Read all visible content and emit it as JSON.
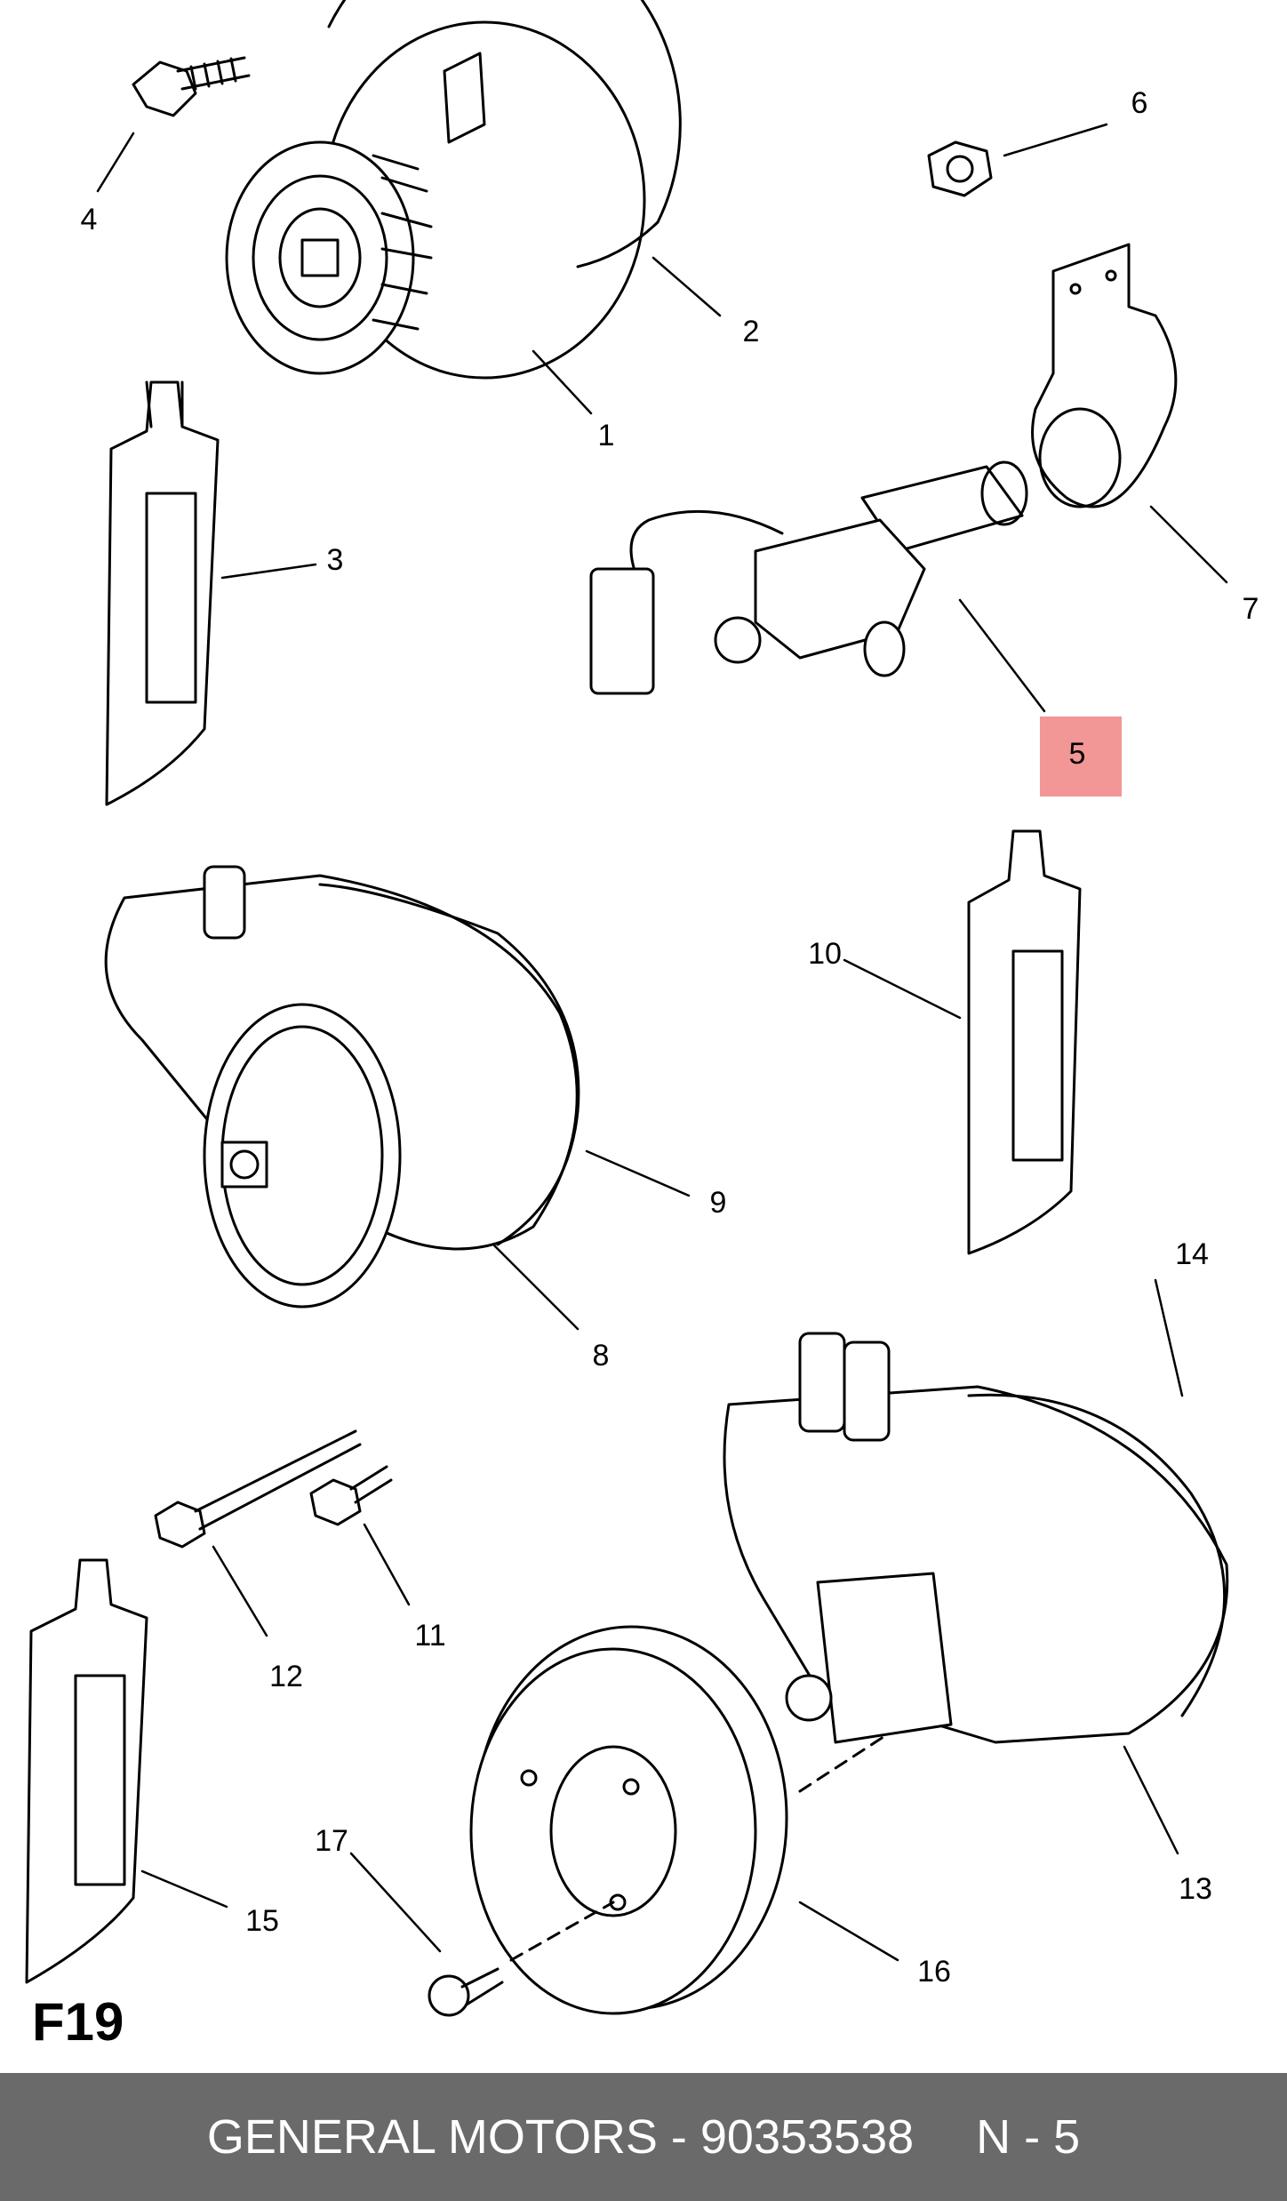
{
  "callouts": {
    "c1": "1",
    "c2": "2",
    "c3": "3",
    "c4": "4",
    "c5": "5",
    "c6": "6",
    "c7": "7",
    "c8": "8",
    "c9": "9",
    "c10": "10",
    "c11": "11",
    "c12": "12",
    "c13": "13",
    "c14": "14",
    "c15": "15",
    "c16": "16",
    "c17": "17"
  },
  "highlighted_callout": "5",
  "highlight_color": "#f28b8b",
  "figure_label": "F19",
  "footer": {
    "brand_part": "GENERAL MOTORS - 90353538",
    "page_ref": "N - 5",
    "background_color": "#6a6a6a"
  }
}
